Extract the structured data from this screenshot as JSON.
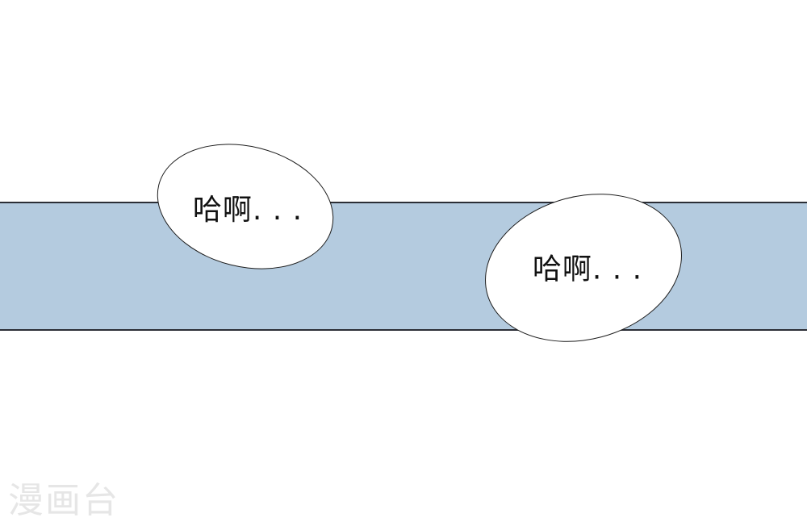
{
  "panel": {
    "background_color": "#ffffff",
    "band_color": "#b4cbdf",
    "band_border_color": "#2b2e36"
  },
  "bubbles": [
    {
      "text": "哈啊. . ."
    },
    {
      "text": "哈啊. . ."
    }
  ],
  "watermark": {
    "text": "漫画台",
    "color": "#e6e6e6"
  }
}
